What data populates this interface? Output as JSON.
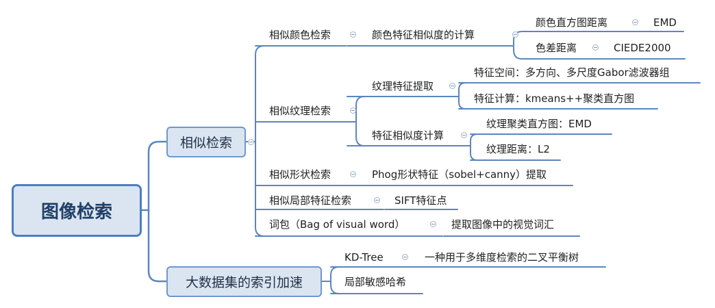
{
  "root": {
    "label": "图像检索"
  },
  "branches": [
    {
      "label": "相似检索",
      "children": [
        {
          "label": "相似颜色检索",
          "children": [
            {
              "label": "颜色特征相似度的计算",
              "children": [
                {
                  "label": "颜色直方图距离",
                  "children": [
                    {
                      "label": "EMD"
                    }
                  ]
                },
                {
                  "label": "色差距离",
                  "children": [
                    {
                      "label": "CIEDE2000"
                    }
                  ]
                }
              ]
            }
          ]
        },
        {
          "label": "相似纹理检索",
          "children": [
            {
              "label": "纹理特征提取",
              "children": [
                {
                  "label": "特征空间：多方向、多尺度Gabor滤波器组"
                },
                {
                  "label": "特征计算：kmeans++聚类直方图"
                }
              ]
            },
            {
              "label": "特征相似度计算",
              "children": [
                {
                  "label": "纹理聚类直方图：EMD"
                },
                {
                  "label": "纹理距离：L2"
                }
              ]
            }
          ]
        },
        {
          "label": "相似形状检索",
          "children": [
            {
              "label": "Phog形状特征（sobel+canny）提取"
            }
          ]
        },
        {
          "label": "相似局部特征检索",
          "children": [
            {
              "label": "SIFT特征点"
            }
          ]
        },
        {
          "label": "词包（Bag of visual word）",
          "children": [
            {
              "label": "提取图像中的视觉词汇"
            }
          ]
        }
      ]
    },
    {
      "label": "大数据集的索引加速",
      "children": [
        {
          "label": "KD-Tree",
          "children": [
            {
              "label": "一种用于多维度检索的二叉平衡树"
            }
          ]
        },
        {
          "label": "局部敏感哈希"
        }
      ]
    }
  ],
  "colors": {
    "line": "#5b85c0",
    "box_fill": "#dbe5f1",
    "box_border": "#4a7ec4"
  }
}
